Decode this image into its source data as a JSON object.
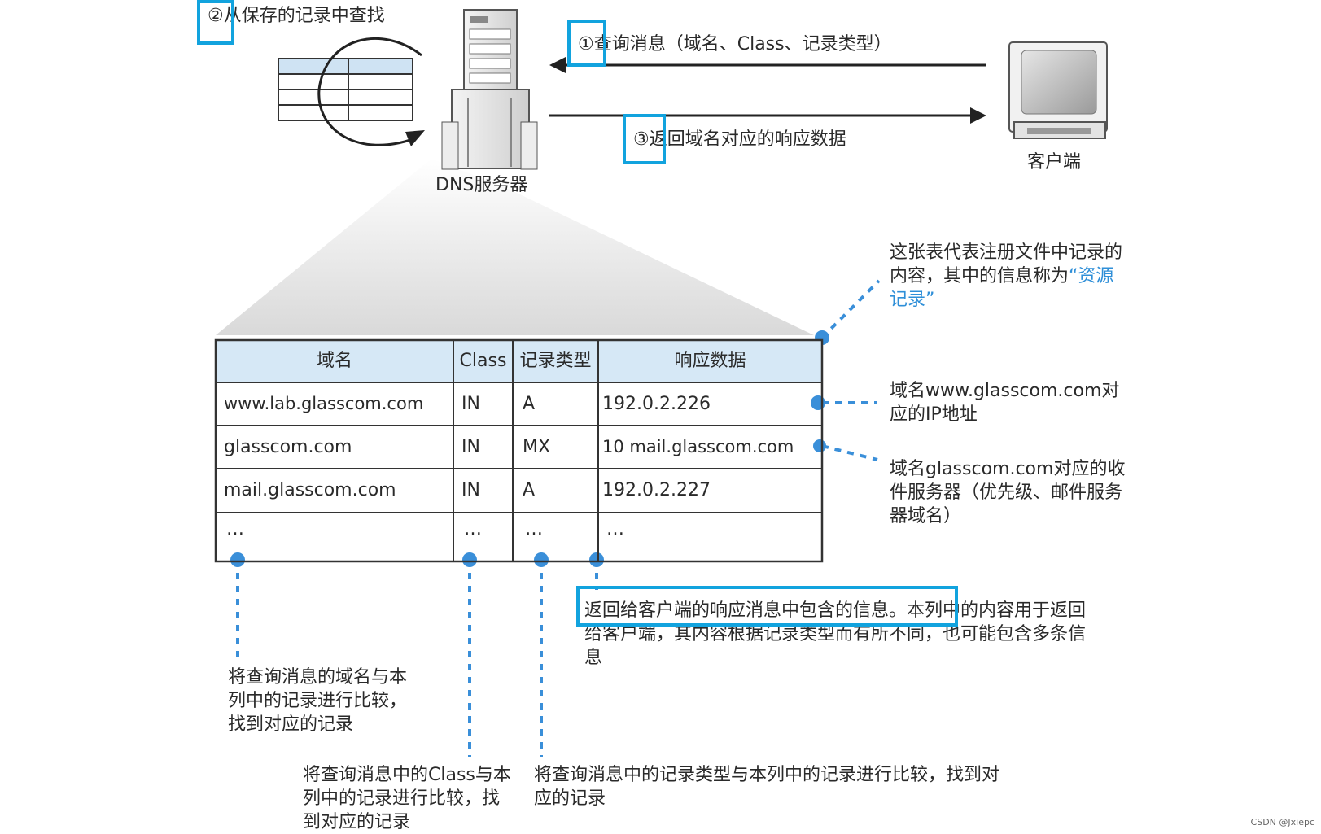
{
  "steps": {
    "step1": "①查询消息（域名、Class、记录类型）",
    "step2": "②从保存的记录中查找",
    "step3": "③返回域名对应的响应数据"
  },
  "server_label": "DNS服务器",
  "client_label": "客户端",
  "table": {
    "headers": [
      "域名",
      "Class",
      "记录类型",
      "响应数据"
    ],
    "rows": [
      [
        "www.lab.glasscom.com",
        "IN",
        "A",
        "192.0.2.226"
      ],
      [
        "glasscom.com",
        "IN",
        "MX",
        "10 mail.glasscom.com"
      ],
      [
        "mail.glasscom.com",
        "IN",
        "A",
        "192.0.2.227"
      ],
      [
        "…",
        "…",
        "…",
        "…"
      ]
    ]
  },
  "notes": {
    "table_note_prefix": "这张表代表注册文件中记录的内容，其中的信息称为",
    "table_note_highlight": "“资源记录”",
    "row1_note": "域名www.glasscom.com对应的IP地址",
    "row2_note": "域名glasscom.com对应的收件服务器（优先级、邮件服务器域名）",
    "col_domain_note": "将查询消息的域名与本列中的记录进行比较，找到对应的记录",
    "col_class_note": "将查询消息中的Class与本列中的记录进行比较，找到对应的记录",
    "col_type_note": "将查询消息中的记录类型与本列中的记录进行比较，找到对应的记录",
    "col_data_note_highlight": "返回给客户端的响应消息中包含的信息。",
    "col_data_note_rest": "本列中的内容用于返回给客户端，其内容根据记录类型而有所不同，也可能包含多条信息"
  },
  "watermark": "CSDN @Jxiepc",
  "colors": {
    "accent": "#12a3de",
    "dot": "#3a8fd9",
    "header_bg": "#d6e8f6"
  }
}
